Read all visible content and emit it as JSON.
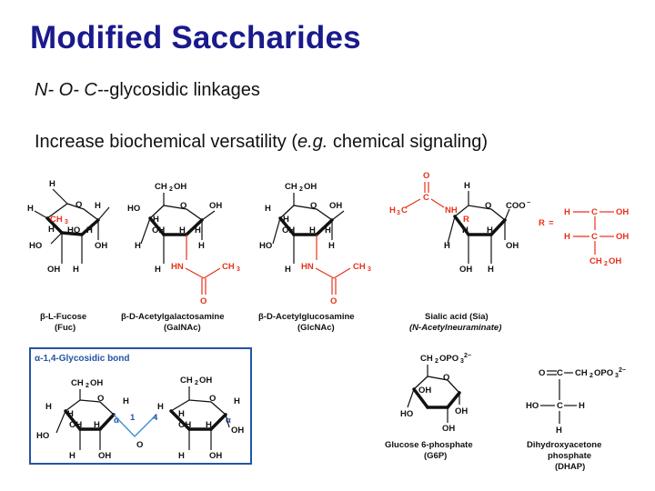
{
  "slide": {
    "title": "Modified Saccharides",
    "linkage_prefix": "N- O- C-",
    "linkage_suffix": "-glycosidic linkages",
    "line2_pre": "Increase biochemical versatility (",
    "line2_eg": "e.g.",
    "line2_post": " chemical signaling)"
  },
  "figure": {
    "fucose": {
      "name": "β-L-Fucose",
      "abbr": "(Fuc)"
    },
    "galnac": {
      "name": "β-D-Acetylgalactosamine",
      "abbr": "(GalNAc)"
    },
    "glcnac": {
      "name": "β-D-Acetylglucosamine",
      "abbr": "(GlcNAc)"
    },
    "sialic": {
      "name": "Sialic acid (Sia)",
      "abbr": "(N-Acetylneuraminate)"
    },
    "glycosidic": {
      "label": "α-1,4-Glycosidic bond",
      "pos1": "1",
      "pos4": "4"
    },
    "g6p": {
      "name": "Glucose 6-phosphate",
      "abbr": "(G6P)"
    },
    "dhap": {
      "name_line1": "Dihydroxyacetone",
      "name_line2": "phosphate",
      "abbr": "(DHAP)"
    },
    "colors": {
      "title": "#1a1a8c",
      "highlight": "#e8311a",
      "box_border": "#2255a4",
      "link": "#3a8fd0"
    }
  }
}
